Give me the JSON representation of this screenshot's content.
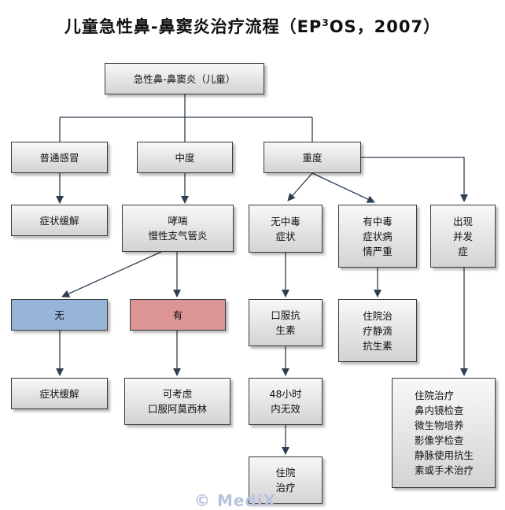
{
  "title": {
    "main": "儿童急性鼻-鼻窦炎治疗流程（EP",
    "sup": "3",
    "rest": "OS，2007）"
  },
  "nodes": {
    "root": "急性鼻-鼻窦炎（儿童）",
    "common_cold": "普通感冒",
    "moderate": "中度",
    "severe": "重度",
    "symptom_relief_1": "症状缓解",
    "wheeze": "哮喘\n慢性支气管炎",
    "no_toxic": "无中毒\n症状",
    "toxic": "有中毒\n症状病\n情严重",
    "complication": "出现\n并发\n症",
    "no": "无",
    "yes": "有",
    "oral_antibiotic": "口服抗\n生素",
    "hospital_iv": "住院治\n疗静滴\n抗生素",
    "symptom_relief_2": "症状缓解",
    "amoxicillin": "可考虑\n口服阿莫西林",
    "no_effect_48h": "48小时\n内无效",
    "hospital_full": "住院治疗\n鼻内镜检查\n微生物培养\n影像学检查\n静脉使用抗生\n素或手术治疗",
    "hospital": "住院\n治疗"
  },
  "watermark": "© MediX",
  "colors": {
    "box_fill_top": "#f8f8f8",
    "box_fill_bottom": "#d3d3d3",
    "no_fill": "#97b4d9",
    "yes_fill": "#dc9494",
    "line": "#2f3f52"
  }
}
